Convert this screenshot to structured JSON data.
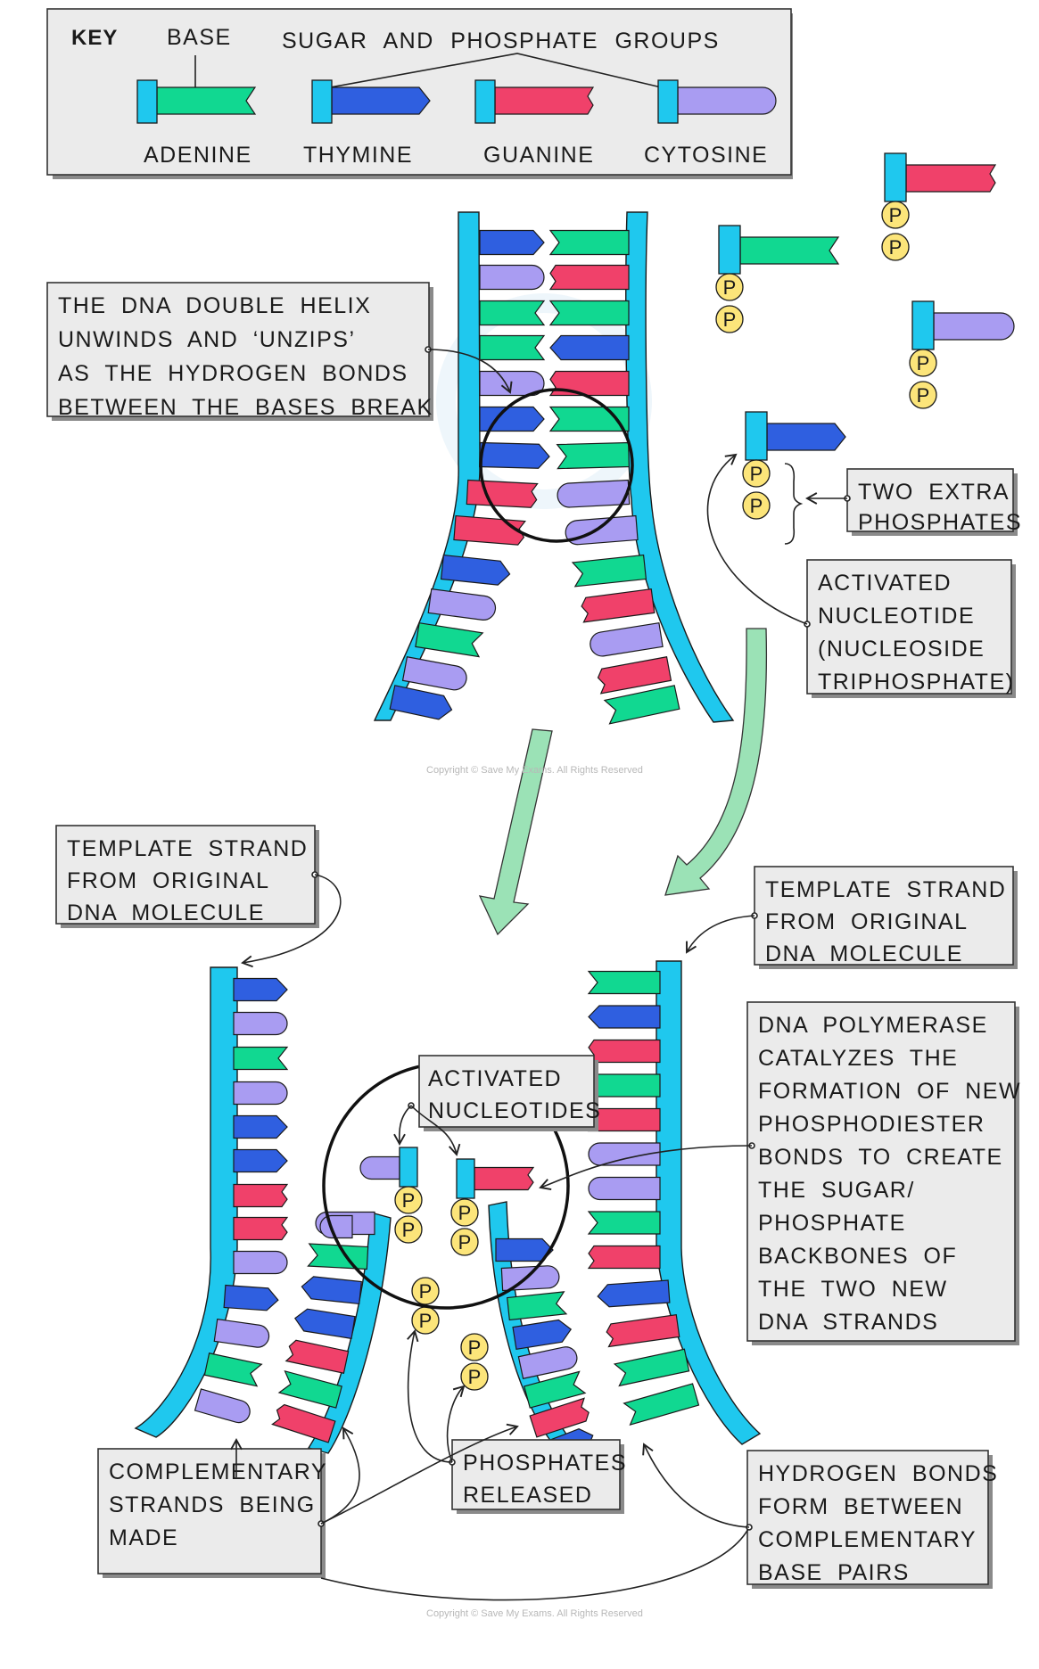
{
  "key": {
    "title": "KEY",
    "base_label": "BASE",
    "sugar_label": "SUGAR AND PHOSPHATE GROUPS",
    "bases": [
      {
        "name": "ADENINE",
        "color": "#11d891",
        "shape": "notch"
      },
      {
        "name": "THYMINE",
        "color": "#2f5fe0",
        "shape": "arrow"
      },
      {
        "name": "GUANINE",
        "color": "#f0416a",
        "shape": "flag"
      },
      {
        "name": "CYTOSINE",
        "color": "#a99cf2",
        "shape": "round"
      }
    ]
  },
  "colors": {
    "backbone": "#1fc8ee",
    "phosphate": "#fce57a",
    "callout_box": "#ebebeb",
    "arrow_green": "#9be2b6"
  },
  "phosphate_symbol": "P",
  "labels": {
    "unwind": [
      "THE DNA DOUBLE HELIX",
      "UNWINDS AND ‘UNZIPS’",
      "AS THE HYDROGEN BONDS",
      "BETWEEN THE BASES BREAK"
    ],
    "two_extra": [
      "TWO EXTRA",
      "PHOSPHATES"
    ],
    "activated": [
      "ACTIVATED",
      "NUCLEOTIDE",
      "(NUCLEOSIDE",
      "TRIPHOSPHATE)"
    ],
    "template_left": [
      "TEMPLATE STRAND",
      "FROM ORIGINAL",
      "DNA MOLECULE"
    ],
    "template_right": [
      "TEMPLATE STRAND",
      "FROM ORIGINAL",
      "DNA MOLECULE"
    ],
    "activated_nucleotides": [
      "ACTIVATED",
      "NUCLEOTIDES"
    ],
    "polymerase": [
      "DNA POLYMERASE",
      "CATALYZES THE",
      "FORMATION OF NEW",
      "PHOSPHODIESTER",
      "BONDS TO CREATE",
      "THE SUGAR/",
      "PHOSPHATE",
      "BACKBONES OF",
      "THE TWO NEW",
      "DNA STRANDS"
    ],
    "complementary": [
      "COMPLEMENTARY",
      "STRANDS BEING",
      "MADE"
    ],
    "phosphates_released": [
      "PHOSPHATES",
      "RELEASED"
    ],
    "hydrogen": [
      "HYDROGEN BONDS",
      "FORM BETWEEN",
      "COMPLEMENTARY",
      "BASE PAIRS"
    ]
  },
  "copyright": "Copyright © Save My Exams. All Rights Reserved"
}
